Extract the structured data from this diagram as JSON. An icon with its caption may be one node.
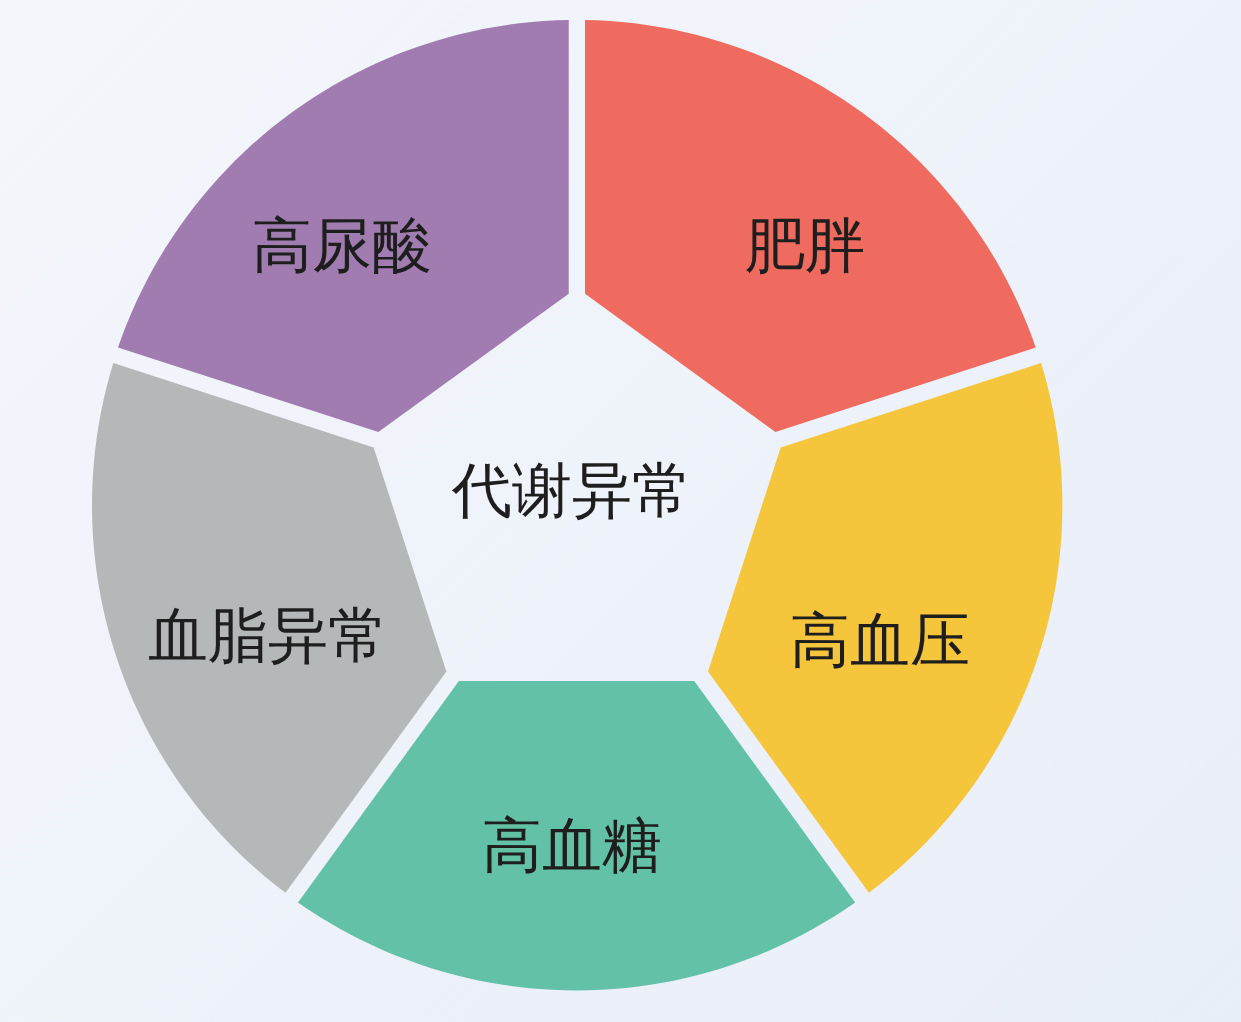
{
  "diagram": {
    "nodes": [
      {
        "text": [
          "高尿酸"
        ]
      },
      {
        "text": [
          "肥胖"
        ]
      },
      {
        "text": [
          "代谢异常"
        ]
      },
      {
        "text": [
          "血脂异常"
        ]
      },
      {
        "text": [
          "高血压"
        ]
      },
      {
        "text": [
          "高血糖"
        ]
      }
    ]
  }
}
